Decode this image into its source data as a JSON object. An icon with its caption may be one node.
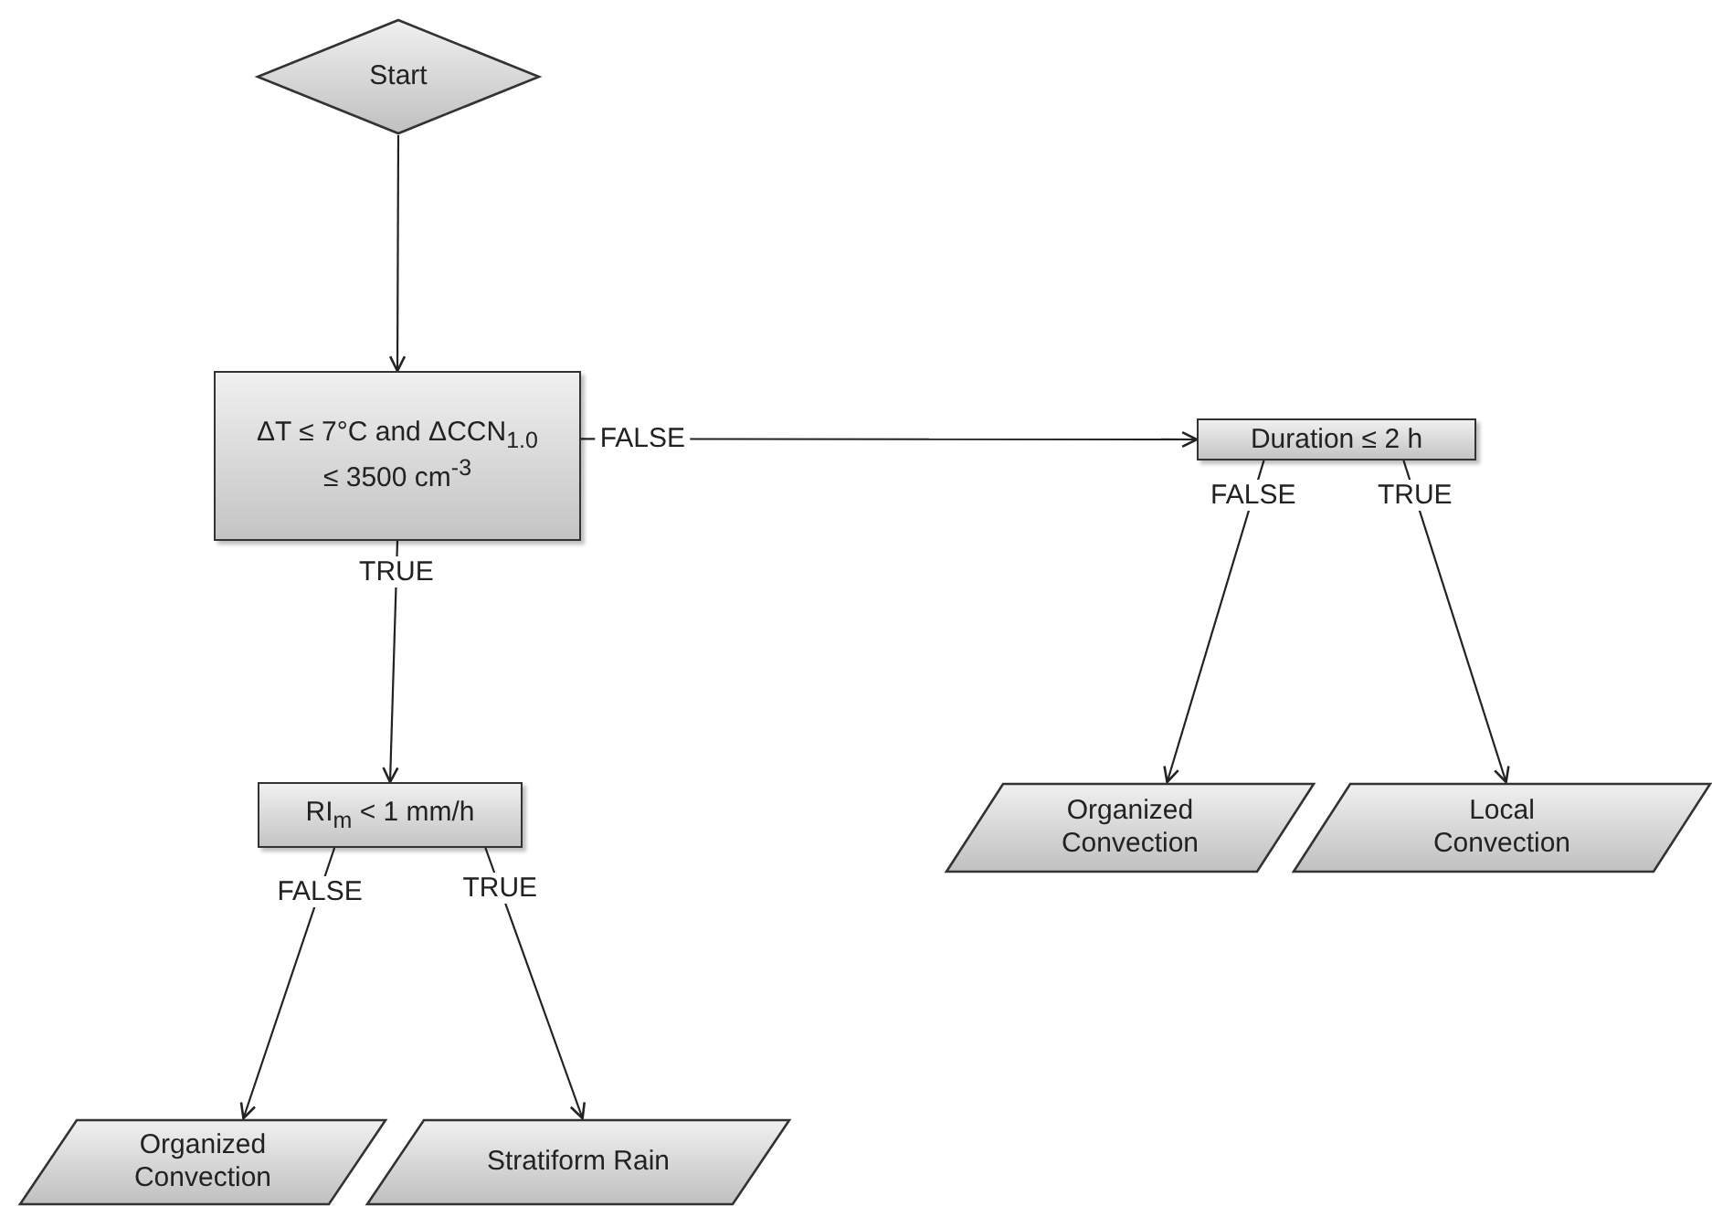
{
  "diagram": {
    "nodes": [
      {
        "text": [
          "Start"
        ]
      },
      {
        "text": [
          "ΔT ≤ 7°C and ΔCCN$_{1.0}$ ≤ 3500 cm$^{-3}$"
        ]
      },
      {
        "text": [
          "Duration ≤ 2 h"
        ]
      },
      {
        "text": [
          "RI$_{m}$ < 1 mm/h"
        ]
      },
      {
        "text": [
          "Organized Convection"
        ]
      },
      {
        "text": [
          "Stratiform Rain"
        ]
      },
      {
        "text": [
          "Organized Convection"
        ]
      },
      {
        "text": [
          "Local Convection"
        ]
      }
    ],
    "edges": [
      {
        "from": 0,
        "to": 1,
        "arrow": "to"
      },
      {
        "from": 1,
        "to": 2,
        "arrow": "to",
        "label": "FALSE"
      },
      {
        "from": 1,
        "to": 3,
        "arrow": "to",
        "label": "TRUE"
      },
      {
        "from": 3,
        "to": 4,
        "arrow": "to",
        "label": "FALSE"
      },
      {
        "from": 3,
        "to": 5,
        "arrow": "to",
        "label": "TRUE"
      },
      {
        "from": 2,
        "to": 6,
        "arrow": "to",
        "label": "FALSE"
      },
      {
        "from": 2,
        "to": 7,
        "arrow": "to",
        "label": "TRUE"
      }
    ]
  }
}
